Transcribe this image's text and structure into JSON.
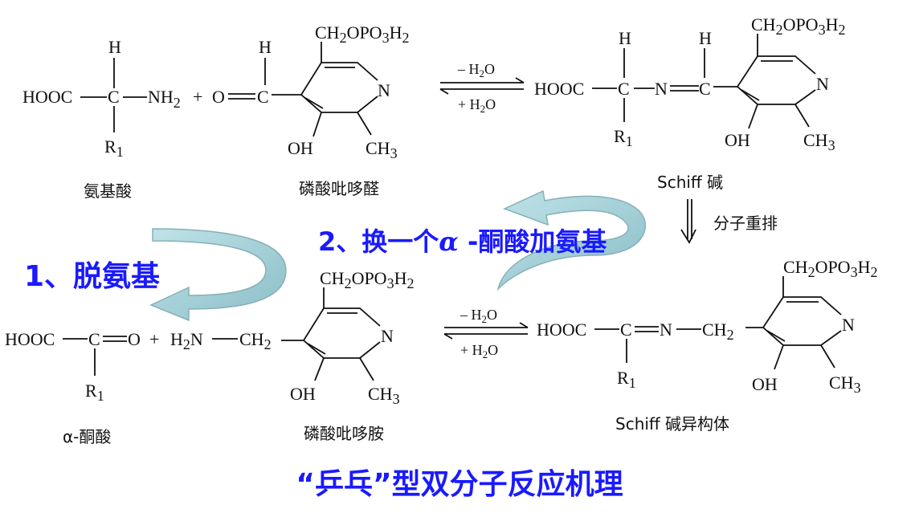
{
  "structures": {
    "amino_acid": {
      "H": "H",
      "left": "HOOC",
      "C": "C",
      "nh2": "NH",
      "nh2_sub": "2",
      "R": "R",
      "R_sub": "1"
    },
    "plp": {
      "H": "H",
      "O": "O",
      "C": "C",
      "top": "CH",
      "top_sub": "2",
      "top_rest": "OPO",
      "top_sub2": "3",
      "top_H": "H",
      "top_sub3": "2",
      "N": "N",
      "OH": "OH",
      "CH3": "CH",
      "CH3_sub": "3"
    },
    "schiff": {
      "left": "HOOC",
      "C": "C",
      "N": "N",
      "C2": "C",
      "H1": "H",
      "H2": "H",
      "R": "R",
      "R_sub": "1",
      "top": "CH",
      "top_sub": "2",
      "top_rest": "OPO",
      "top_sub2": "3",
      "top_H": "H",
      "top_sub3": "2",
      "ringN": "N",
      "OH": "OH",
      "CH3": "CH",
      "CH3_sub": "3"
    },
    "keto_acid": {
      "left": "HOOC",
      "C": "C",
      "O": "O",
      "R": "R",
      "R_sub": "1"
    },
    "pmp": {
      "h2n": "H",
      "h2n_sub": "2",
      "h2n_N": "N",
      "ch2": "CH",
      "ch2_sub": "2",
      "top": "CH",
      "top_sub": "2",
      "top_rest": "OPO",
      "top_sub2": "3",
      "top_H": "H",
      "top_sub3": "2",
      "N": "N",
      "OH": "OH",
      "CH3": "CH",
      "CH3_sub": "3"
    },
    "schiff_iso": {
      "left": "HOOC",
      "C": "C",
      "N": "N",
      "ch2": "CH",
      "ch2_sub": "2",
      "R": "R",
      "R_sub": "1",
      "top": "CH",
      "top_sub": "2",
      "top_rest": "OPO",
      "top_sub2": "3",
      "top_H": "H",
      "top_sub3": "2",
      "ringN": "N",
      "OH": "OH",
      "CH3": "CH",
      "CH3_sub": "3"
    }
  },
  "plus": "+",
  "equilibrium": {
    "minus_water": "– H",
    "minus_sub": "2",
    "minus_O": "O",
    "plus_water": "+ H",
    "plus_sub": "2",
    "plus_O": "O"
  },
  "captions": {
    "amino_acid": "氨基酸",
    "plp": "磷酸吡哆醛",
    "schiff": "Schiff 碱",
    "rearrange": "分子重排",
    "keto_acid": "α-酮酸",
    "pmp": "磷酸吡哆胺",
    "schiff_iso": "Schiff 碱异构体"
  },
  "steps": {
    "step1": "1、脱氨基",
    "step2_prefix": "2、换一个",
    "step2_alpha": "α",
    "step2_suffix": " -酮酸加氨基"
  },
  "title": "“乒乓”型双分子反应机理",
  "colors": {
    "accent": "#1a1aff",
    "arrow_fill": "#9fd0d8",
    "arrow_stroke": "#7aa8b0"
  }
}
